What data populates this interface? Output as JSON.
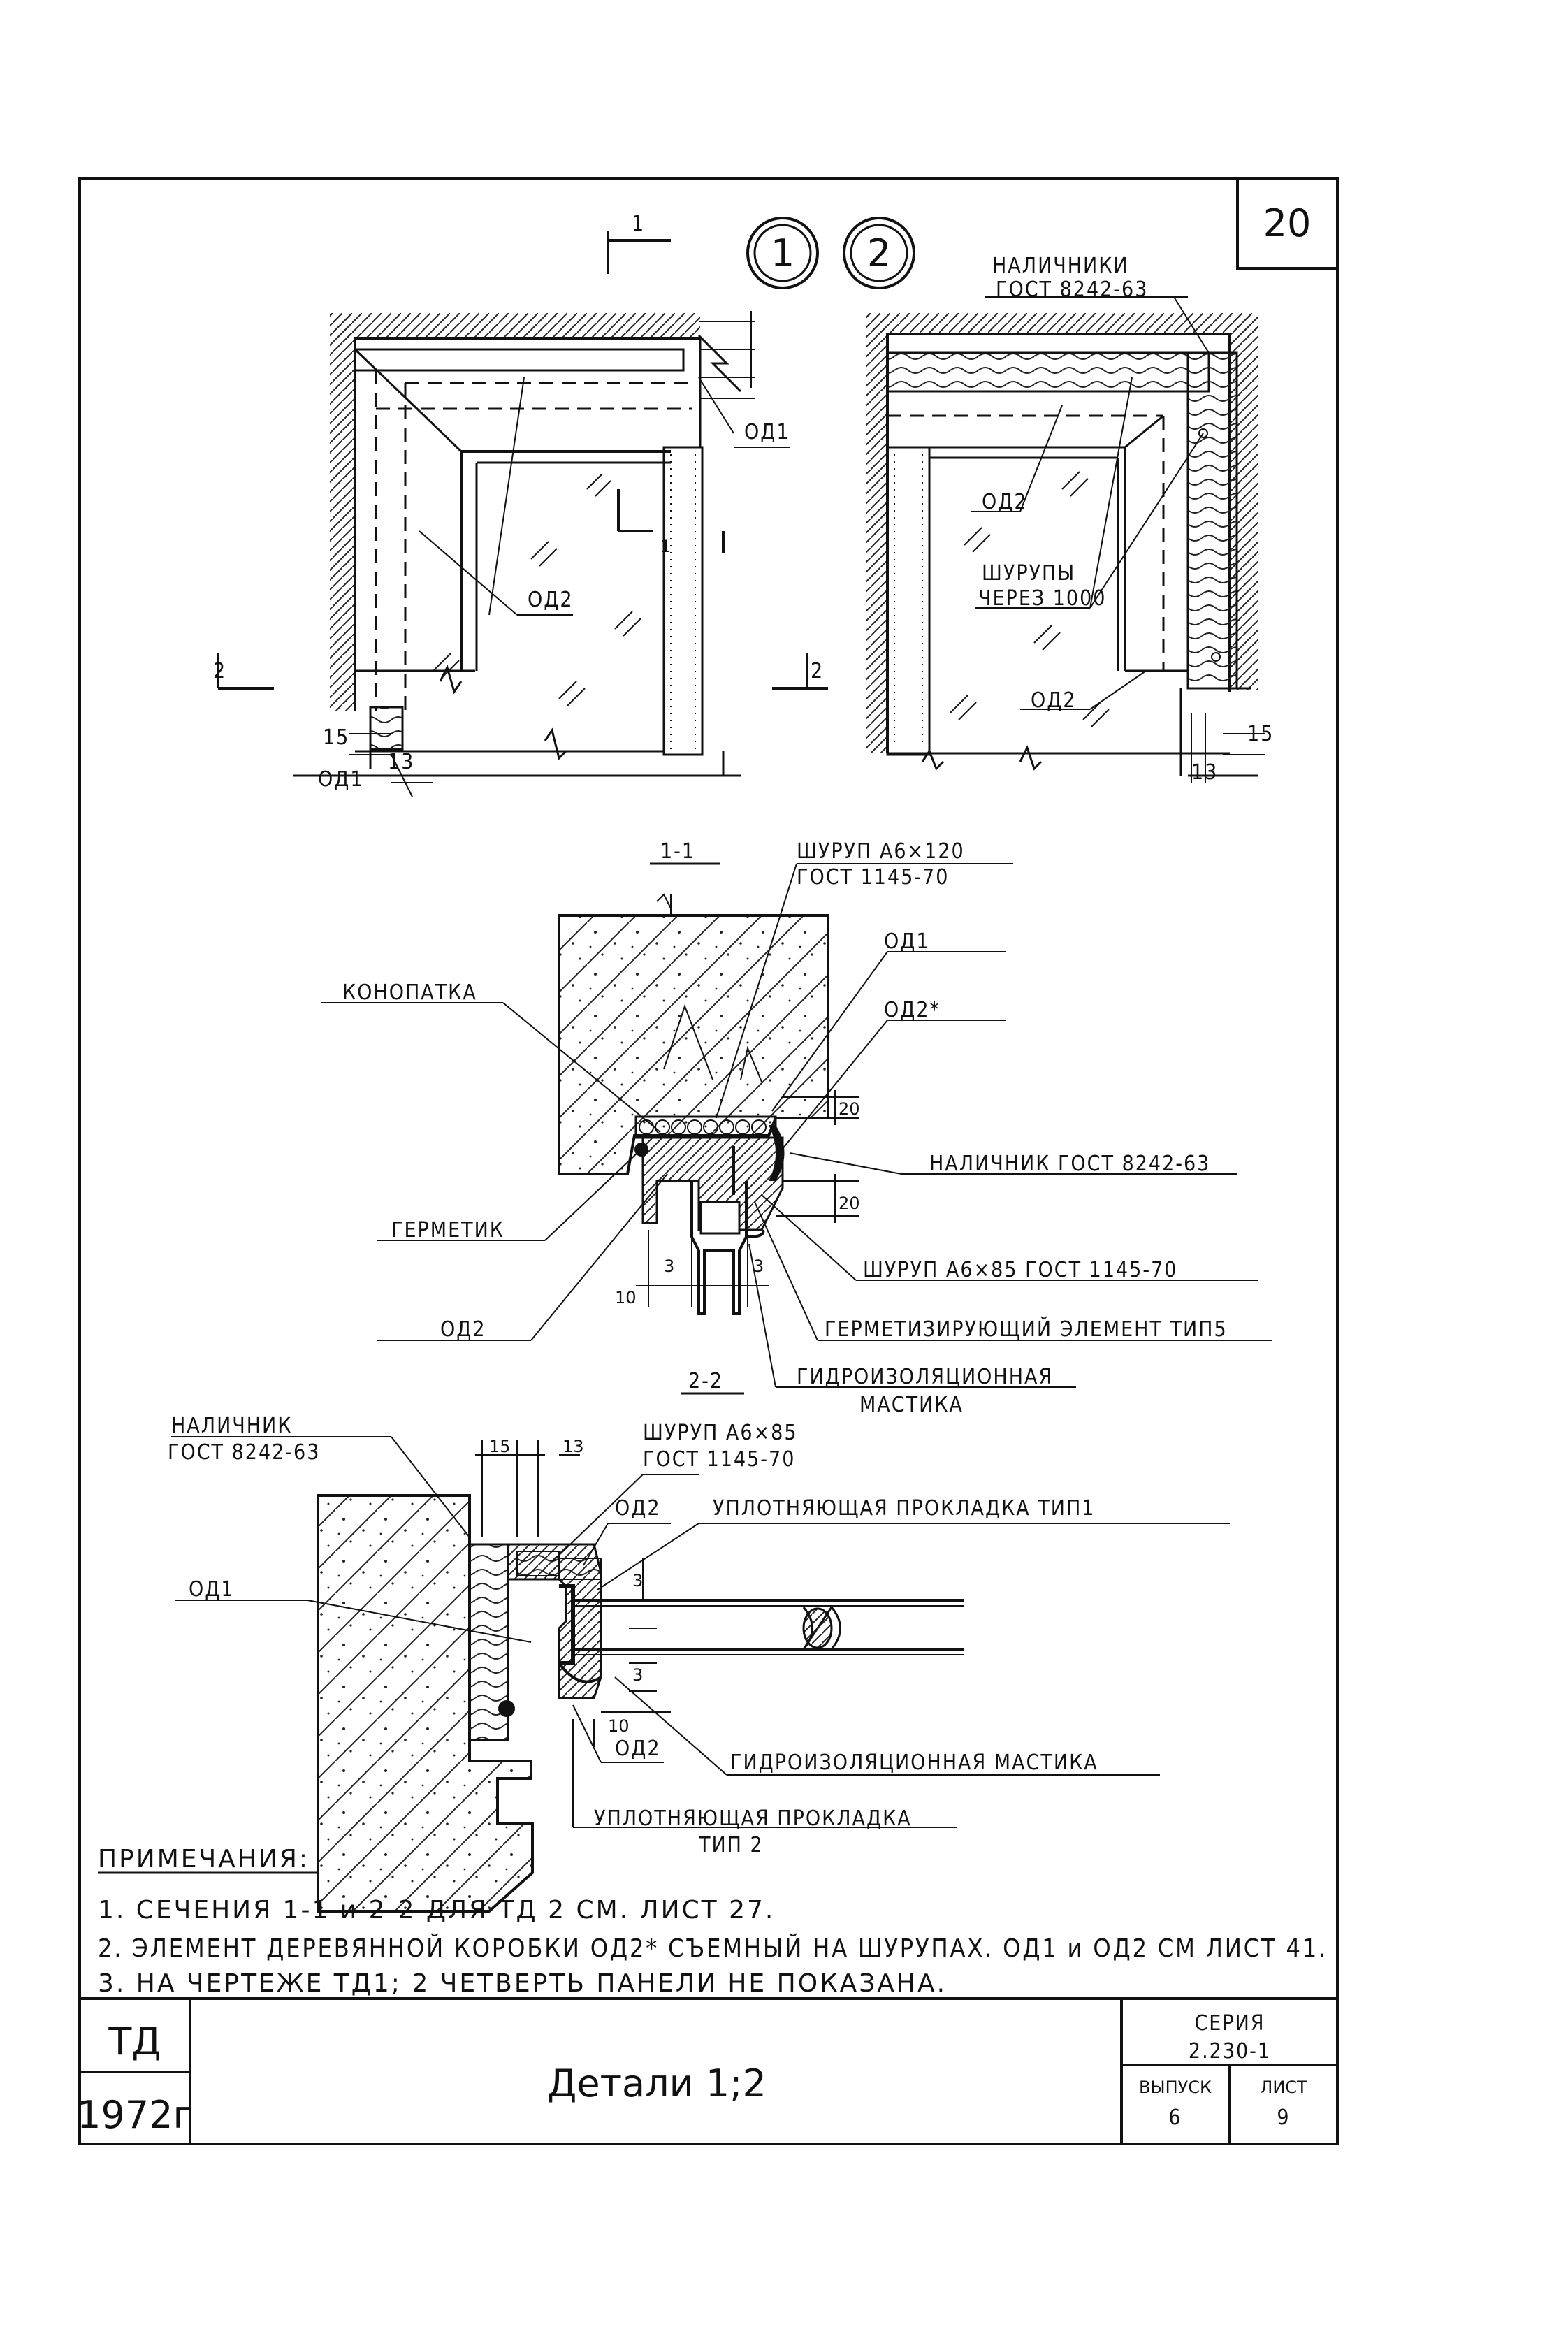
{
  "sheet": {
    "sheet_number": "20",
    "detail_marks": [
      "1",
      "2"
    ],
    "section_marks": {
      "s1": "1",
      "s2": "2"
    }
  },
  "top_view": {
    "labels": {
      "od1_a": "ОД1",
      "od2_a": "ОД2",
      "od1_b": "ОД1",
      "nalichniki": "НАЛИЧНИКИ",
      "nalichniki_gost": "ГОСТ 8242-63",
      "od2_b": "ОД2",
      "shurupy": "ШУРУПЫ",
      "shurupy_step": "ЧЕРЕЗ 1000",
      "od2_c": "ОД2"
    },
    "dims": {
      "d15_left": "15",
      "d13_left": "13",
      "d15_right": "15",
      "d13_right": "13"
    }
  },
  "section_1_1": {
    "title": "1-1",
    "labels": {
      "screw_top": "ШУРУП А6×120",
      "screw_top_gost": "ГОСТ 1145-70",
      "od1": "ОД1",
      "od2_star": "ОД2*",
      "konopatka": "КОНОПАТКА",
      "nalichnik": "НАЛИЧНИК ГОСТ 8242-63",
      "germetik": "ГЕРМЕТИК",
      "screw_bottom": "ШУРУП А6×85  ГОСТ 1145-70",
      "od2": "ОД2",
      "seal_element": "ГЕРМЕТИЗИРУЮЩИЙ ЭЛЕМЕНТ ТИП5",
      "mastic_1": "ГИДРОИЗОЛЯЦИОННАЯ",
      "mastic_2": "МАСТИКА"
    },
    "dims": {
      "d20a": "20",
      "d20b": "20",
      "d10": "10",
      "d3a": "3",
      "d3b": "3"
    }
  },
  "section_2_2": {
    "title": "2-2",
    "labels": {
      "nalichnik": "НАЛИЧНИК",
      "nalichnik_gost": "ГОСТ 8242-63",
      "screw": "ШУРУП А6×85",
      "screw_gost": "ГОСТ 1145-70",
      "od2_top": "ОД2",
      "gasket1": "УПЛОТНЯЮЩАЯ ПРОКЛАДКА ТИП1",
      "od1": "ОД1",
      "od2_bottom": "ОД2",
      "mastic": "ГИДРОИЗОЛЯЦИОННАЯ МАСТИКА",
      "gasket2_1": "УПЛОТНЯЮЩАЯ ПРОКЛАДКА",
      "gasket2_2": "ТИП 2"
    },
    "dims": {
      "d15": "15",
      "d13": "13",
      "d3a": "3",
      "d3b": "3",
      "d10": "10"
    }
  },
  "notes": {
    "heading": "ПРИМЕЧАНИЯ:",
    "n1": "1. СЕЧЕНИЯ 1-1 и 2-2 ДЛЯ ТД 2  СМ. ЛИСТ 27.",
    "n2": "2. ЭЛЕМЕНТ ДЕРЕВЯННОЙ КОРОБКИ ОД2* СЪЕМНЫЙ НА ШУРУПАХ. ОД1 и ОД2 СМ ЛИСТ 41.",
    "n3": "3. НА ЧЕРТЕЖЕ ТД1; 2 ЧЕТВЕРТЬ ПАНЕЛИ НЕ ПОКАЗАНА."
  },
  "title_block": {
    "code": "ТД",
    "year": "1972г",
    "title": "Детали 1;2",
    "series_label": "СЕРИЯ",
    "series_value": "2.230-1",
    "issue_label": "ВЫПУСК",
    "issue_value": "6",
    "sheet_label": "ЛИСТ",
    "sheet_value": "9"
  }
}
